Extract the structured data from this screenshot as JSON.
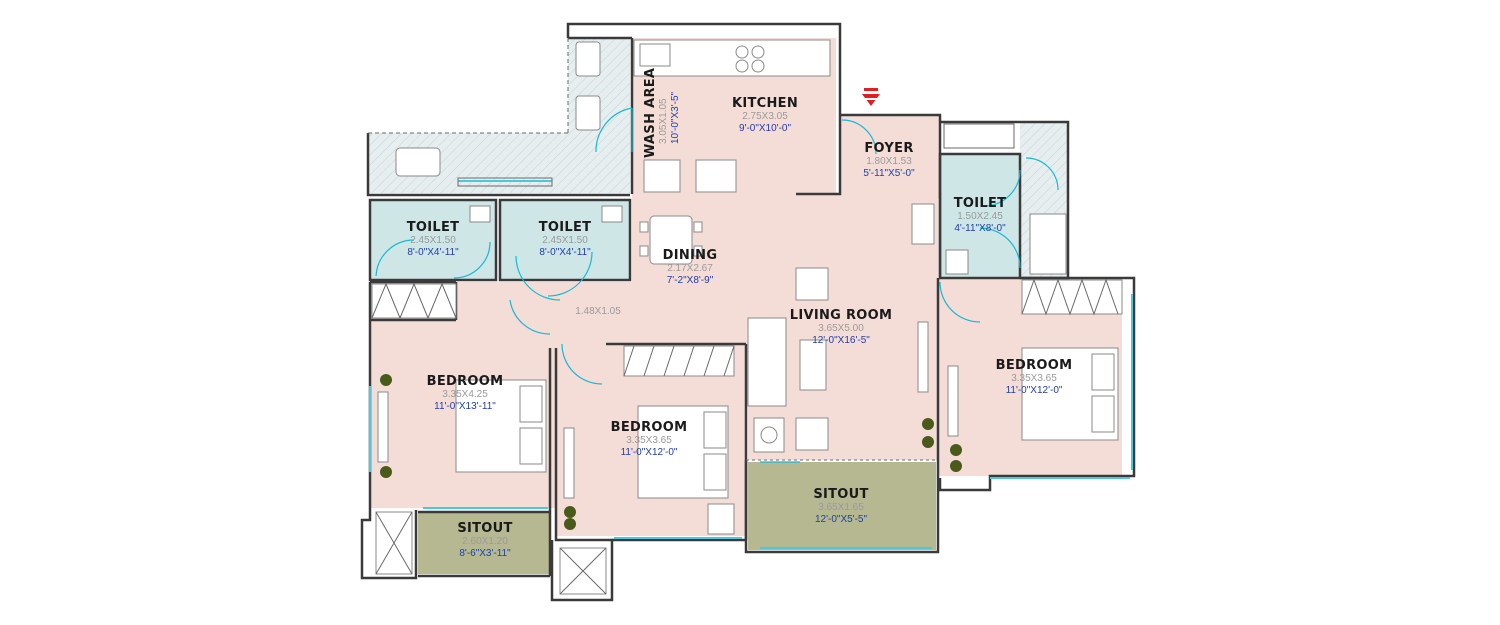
{
  "rooms": {
    "kitchen": {
      "name": "KITCHEN",
      "metric": "2.75X3.05",
      "imperial": "9'-0\"X10'-0\""
    },
    "wash_area": {
      "name": "WASH AREA",
      "metric": "3.05X1.05",
      "imperial": "10'-0\"X3'-5\""
    },
    "foyer": {
      "name": "FOYER",
      "metric": "1.80X1.53",
      "imperial": "5'-11\"X5'-0\""
    },
    "toilet_right": {
      "name": "TOILET",
      "metric": "1.50X2.45",
      "imperial": "4'-11\"X8'-0\""
    },
    "toilet_left1": {
      "name": "TOILET",
      "metric": "2.45X1.50",
      "imperial": "8'-0\"X4'-11\""
    },
    "toilet_left2": {
      "name": "TOILET",
      "metric": "2.45X1.50",
      "imperial": "8'-0\"X4'-11\""
    },
    "dining": {
      "name": "DINING",
      "metric": "2.17X2.67",
      "imperial": "7'-2\"X8'-9\""
    },
    "passage": {
      "metric": "1.48X1.05"
    },
    "living": {
      "name": "LIVING ROOM",
      "metric": "3.65X5.00",
      "imperial": "12'-0\"X16'-5\""
    },
    "bedroom_left": {
      "name": "BEDROOM",
      "metric": "3.35X4.25",
      "imperial": "11'-0\"X13'-11\""
    },
    "bedroom_mid": {
      "name": "BEDROOM",
      "metric": "3.35X3.65",
      "imperial": "11'-0\"X12'-0\""
    },
    "bedroom_right": {
      "name": "BEDROOM",
      "metric": "3.35X3.65",
      "imperial": "11'-0\"X12'-0\""
    },
    "sitout_left": {
      "name": "SITOUT",
      "metric": "2.60X1.20",
      "imperial": "8'-6\"X3'-11\""
    },
    "sitout_mid": {
      "name": "SITOUT",
      "metric": "3.65X1.65",
      "imperial": "12'-0\"X5'-5\""
    }
  },
  "colors": {
    "floor": "#f4ddd7",
    "wet": "#cfe6e6",
    "sitout": "#b6b892",
    "balcony": "#e6eeef",
    "door": "#18b9d6",
    "entry_marker": "#e02020",
    "plant": "#4a5a1a"
  }
}
